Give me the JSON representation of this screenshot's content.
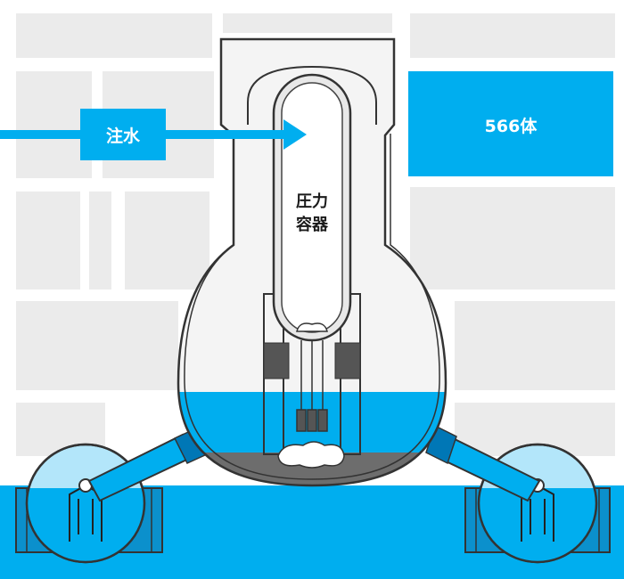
{
  "labels": {
    "injection": "注水",
    "count": "566体",
    "vessel_line1": "圧力",
    "vessel_line2": "容器"
  },
  "colors": {
    "water": "#00aeef",
    "water_dark": "#0077b6",
    "building_block": "#ebebeb",
    "outline": "#333333",
    "debris_floor": "#6d6d6d",
    "fuel_rod_dark": "#555555"
  },
  "icons": {
    "arrow": "right-arrow-icon",
    "debris": "fuel-debris-icon"
  }
}
